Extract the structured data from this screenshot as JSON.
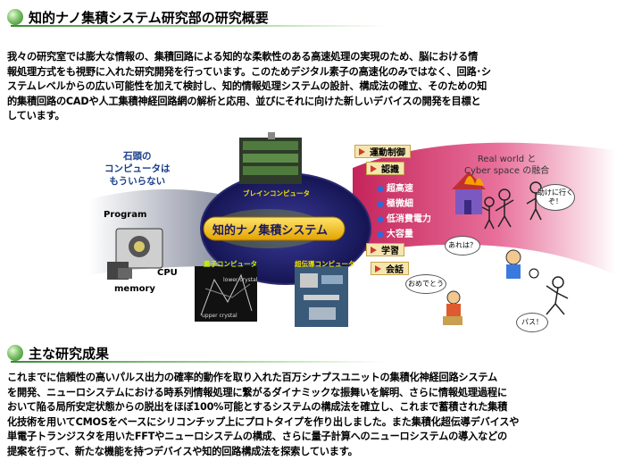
{
  "section1": {
    "title": "知的ナノ集積システム研究部の研究概要",
    "lines": [
      "我々の研究室では膨大な情報の、集積回路による知的な柔軟性のある高速処理の実現のため、脳における情",
      "報処理方式をも視野に入れた研究開発を行っています。このためデジタル素子の高速化のみではなく、回路･シ",
      "ステムレベルからの広い可能性を加えて検討し、知的情報処理システムの設計、構成法の確立、そのための知",
      "的集積回路のCADや人工集積神経回路網の解析と応用、並びにそれに向けた新しいデバイスの開発を目標と",
      "しています。"
    ]
  },
  "figure": {
    "center_label": "知的ナノ集積システム",
    "stone_label": [
      "石頭の",
      "コンピュータは",
      "もういらない"
    ],
    "program_label": "Program",
    "cpu_label": "CPU",
    "memory_label": "memory",
    "brain_label": "ブレインコンピュータ",
    "quantum_label": "量子コンピュータ",
    "super_label": "超伝導コンピュータ",
    "lower_crystal": "lower crystal",
    "upper_crystal": "upper crystal",
    "tags": [
      "運動制御",
      "認識",
      "学習",
      "会話"
    ],
    "features": [
      "超高速",
      "極微細",
      "低消費電力",
      "大容量"
    ],
    "real_world": [
      "Real world と",
      "Cyber space の融合"
    ],
    "bubbles": {
      "help": "助けに行くぞ！",
      "are": "あれは？",
      "omedetou": "おめでとう",
      "pass": "パス！"
    }
  },
  "section2": {
    "title": "主な研究成果",
    "lines": [
      "これまでに信頼性の高いパルス出力の確率的動作を取り入れた百万シナプスユニットの集積化神経回路システム",
      "を開発、ニューロシステムにおける時系列情報処理に繋がるダイナミックな振舞いを解明、さらに情報処理過程に",
      "おいて陥る局所安定状態からの脱出をほぼ100%可能とするシステムの構成法を確立し、これまで蓄積された集積",
      "化技術を用いてCMOSをベースにシリコンチップ上にプロトタイプを作り出しました。また集積化超伝導デバイスや",
      "単電子トランジスタを用いたFFTやニューロシステムの構成、さらに量子計算へのニューロシステムの導入などの",
      "提案を行って、新たな機能を持つデバイスや知的回路構成法を探索しています。"
    ]
  },
  "colors": {
    "heading_green": "#3a8a36",
    "tag_bg": "#f5e6b0",
    "dot_blue": "#2d6bd8"
  }
}
